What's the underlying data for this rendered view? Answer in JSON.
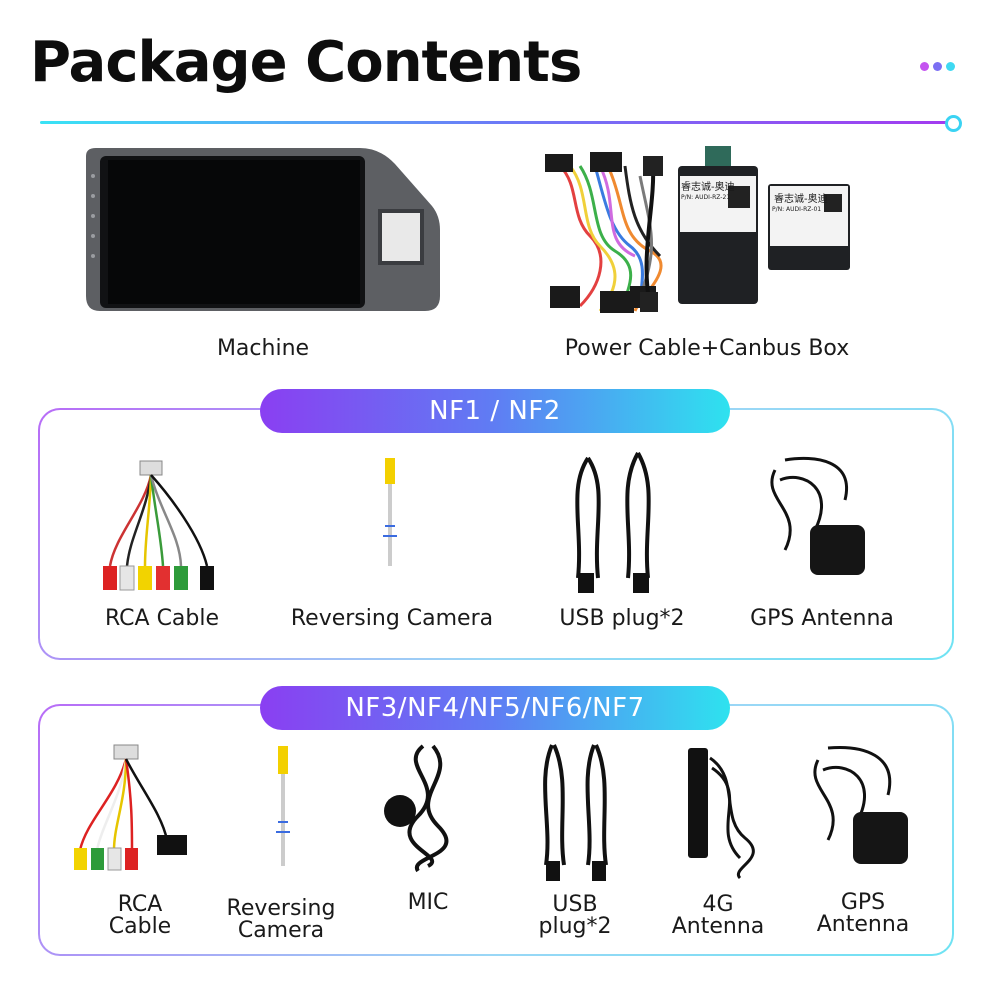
{
  "header": {
    "title": "Package Contents"
  },
  "top": [
    {
      "label": "Machine"
    },
    {
      "label": "Power Cable+Canbus Box"
    }
  ],
  "box_labels": {
    "big": "睿志诚-奥迪",
    "small": "睿志诚-奥迪",
    "pn_big": "P/N: AUDI-RZ-21",
    "pn_small": "P/N: AUDI-RZ-01"
  },
  "group1": {
    "title": "NF1 / NF2",
    "items": [
      {
        "label": "RCA Cable"
      },
      {
        "label": "Reversing Camera"
      },
      {
        "label": "USB plug*2"
      },
      {
        "label": "GPS Antenna"
      }
    ]
  },
  "group2": {
    "title": "NF3/NF4/NF5/NF6/NF7",
    "items": [
      {
        "line1": "RCA",
        "line2": "Cable"
      },
      {
        "line1": "Reversing",
        "line2": "Camera"
      },
      {
        "line1": "MIC",
        "line2": ""
      },
      {
        "line1": "USB",
        "line2": "plug*2"
      },
      {
        "line1": "4G",
        "line2": "Antenna"
      },
      {
        "line1": "GPS",
        "line2": "Antenna"
      }
    ]
  },
  "colors": {
    "accent_purple": "#8a3ff2",
    "accent_cyan": "#2ee2ef",
    "dot1": "#c454f0",
    "dot2": "#7b6ff3",
    "dot3": "#3fd9f2"
  }
}
